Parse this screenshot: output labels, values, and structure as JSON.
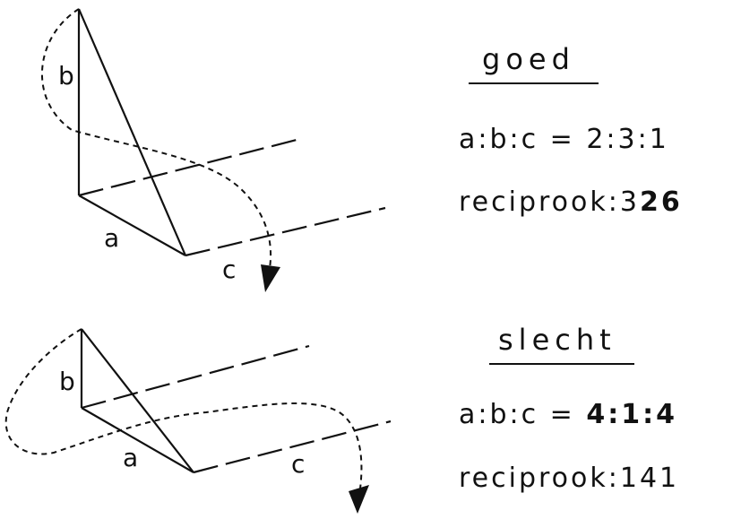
{
  "top_diagram": {
    "labels": {
      "a": "a",
      "b": "b",
      "c": "c"
    }
  },
  "bottom_diagram": {
    "labels": {
      "a": "a",
      "b": "b",
      "c": "c"
    }
  },
  "good": {
    "title": "goed",
    "ratio": "a:b:c = 2:3:1",
    "reciprook_prefix": "reciprook:3",
    "reciprook_bold": "26"
  },
  "bad": {
    "title": "slecht",
    "ratio_prefix": "a:b:c = ",
    "ratio_bold": "4:1:4",
    "reciprook": "reciprook:141"
  }
}
